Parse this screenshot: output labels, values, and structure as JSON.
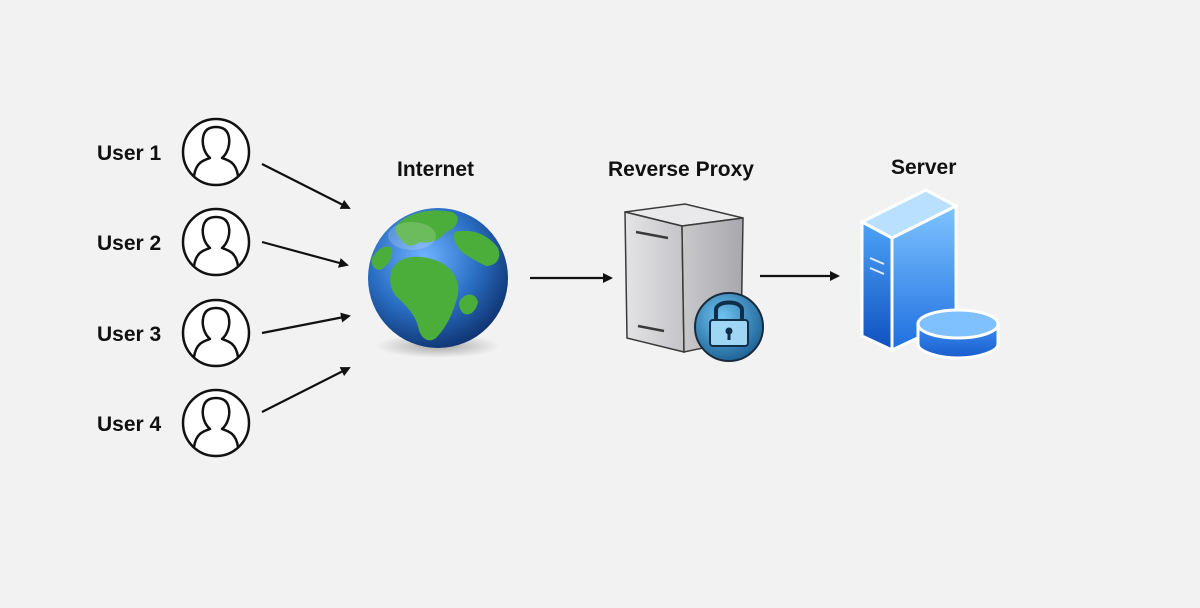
{
  "users": [
    {
      "label": "User 1"
    },
    {
      "label": "User 2"
    },
    {
      "label": "User 3"
    },
    {
      "label": "User 4"
    }
  ],
  "nodes": {
    "internet": {
      "label": "Internet",
      "icon": "globe-icon"
    },
    "proxy": {
      "label": "Reverse Proxy",
      "icon": "locked-server-icon"
    },
    "server": {
      "label": "Server",
      "icon": "server-database-icon"
    }
  },
  "edges": [
    {
      "from": "User 1",
      "to": "Internet"
    },
    {
      "from": "User 2",
      "to": "Internet"
    },
    {
      "from": "User 3",
      "to": "Internet"
    },
    {
      "from": "User 4",
      "to": "Internet"
    },
    {
      "from": "Internet",
      "to": "Reverse Proxy"
    },
    {
      "from": "Reverse Proxy",
      "to": "Server"
    }
  ],
  "colors": {
    "background": "#f2f2f2",
    "ink": "#111111",
    "ocean": "#2a6fc4",
    "land": "#4cae3a",
    "server_blue": "#2f8bf0"
  }
}
